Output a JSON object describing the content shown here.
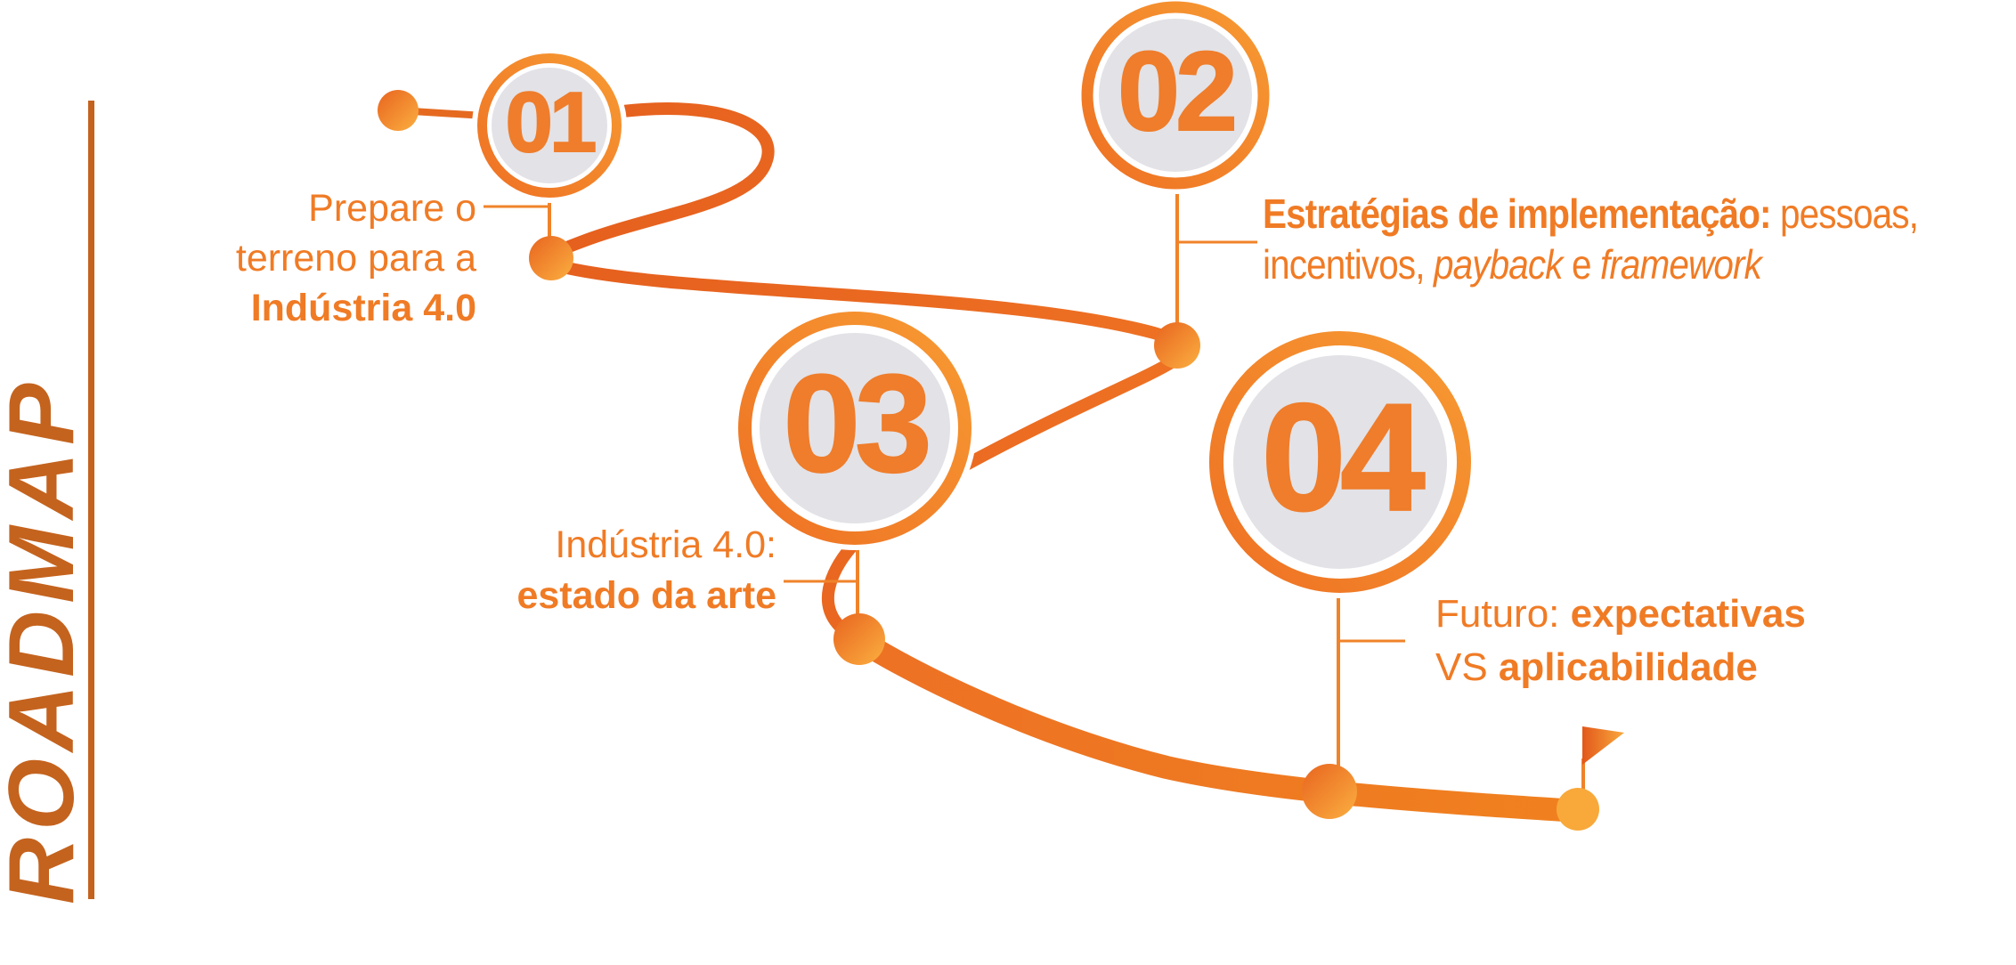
{
  "title": "ROADMAP",
  "colors": {
    "accent_dark": "#C4631E",
    "road_orange": "#E96823",
    "ring_orange": "#EE7123",
    "number_orange": "#EF7D2B",
    "text_orange": "#F07B25",
    "dot_amber": "#F9A93C",
    "circle_fill": "#E3E2E7"
  },
  "steps": [
    {
      "number": "01",
      "line1": "Prepare o",
      "line2": "terreno para a",
      "line3": "Indústria 4.0"
    },
    {
      "number": "02",
      "line1_bold": "Estratégias de implementação:",
      "line1_rest": " pessoas,",
      "line2_start": "incentivos, ",
      "line2_italic1": "payback",
      "line2_mid": " e ",
      "line2_italic2": "framework"
    },
    {
      "number": "03",
      "line1": "Indústria 4.0:",
      "line2": "estado da arte"
    },
    {
      "number": "04",
      "line1_start": "Futuro: ",
      "line1_bold": "expectativas",
      "line2_start": "VS ",
      "line2_bold": "aplicabilidade"
    }
  ]
}
